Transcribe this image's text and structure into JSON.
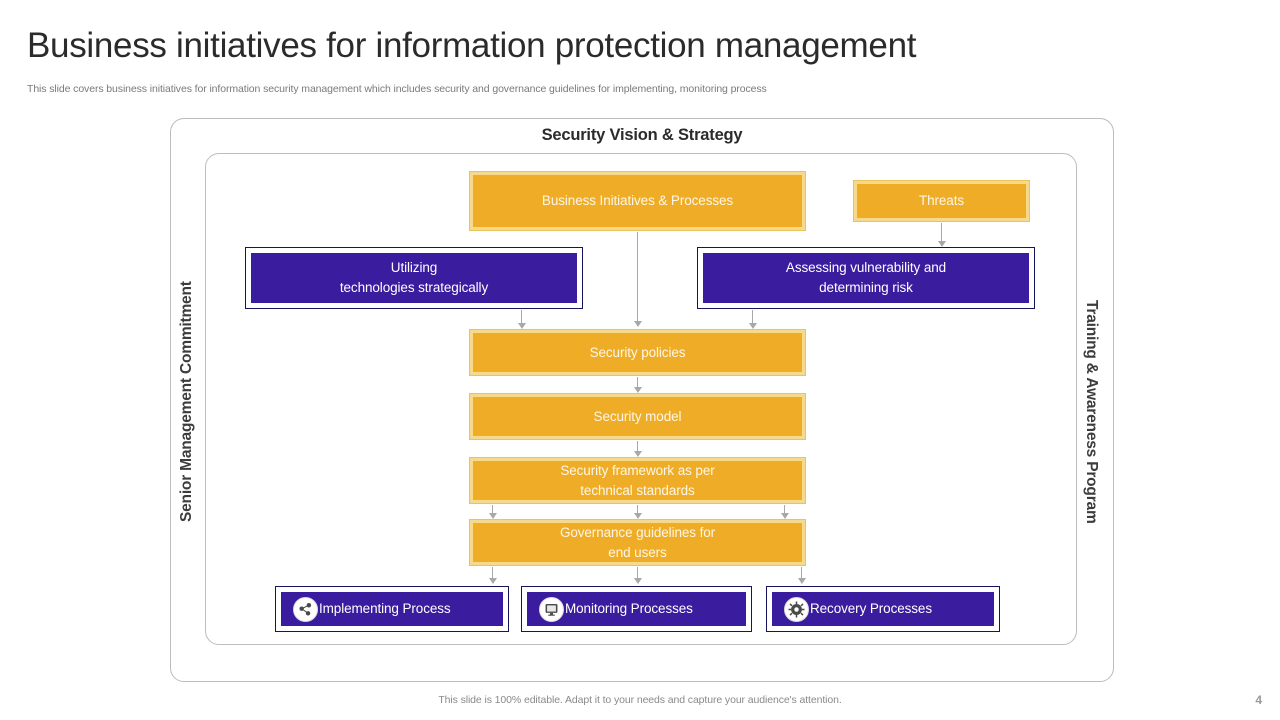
{
  "header": {
    "title": "Business initiatives for information protection management",
    "subtitle": "This slide covers business initiatives for information security management which includes security and governance guidelines for implementing, monitoring process"
  },
  "diagram": {
    "section_heading": "Security Vision & Strategy",
    "side_label_left": "Senior Management Commitment",
    "side_label_right": "Training & Awareness Program",
    "nodes": {
      "business_initiatives": "Business Initiatives  & Processes",
      "threats": "Threats",
      "utilizing_technologies": "Utilizing\ntechnologies strategically",
      "assessing_vulnerability": "Assessing vulnerability  and\ndetermining risk",
      "security_policies": "Security policies",
      "security_model": "Security model",
      "security_framework": "Security framework as per\ntechnical standards",
      "governance_guidelines": "Governance  guidelines for\nend users",
      "implementing_process": "Implementing  Process",
      "monitoring_processes": "Monitoring Processes",
      "recovery_processes": "Recovery Processes"
    },
    "icons": {
      "implementing": "network-nodes-icon",
      "monitoring": "monitor-screen-icon",
      "recovery": "gear-settings-icon"
    }
  },
  "footer": {
    "note": "This slide is 100% editable. Adapt it to your needs and capture your audience's attention.",
    "page_number": "4"
  },
  "colors": {
    "orange_fill": "#efad27",
    "orange_border": "#e8c55c",
    "purple_fill": "#3a1c9e",
    "purple_border": "#15155c",
    "arrow": "#a8a8a8",
    "frame": "#bdbdbd"
  }
}
